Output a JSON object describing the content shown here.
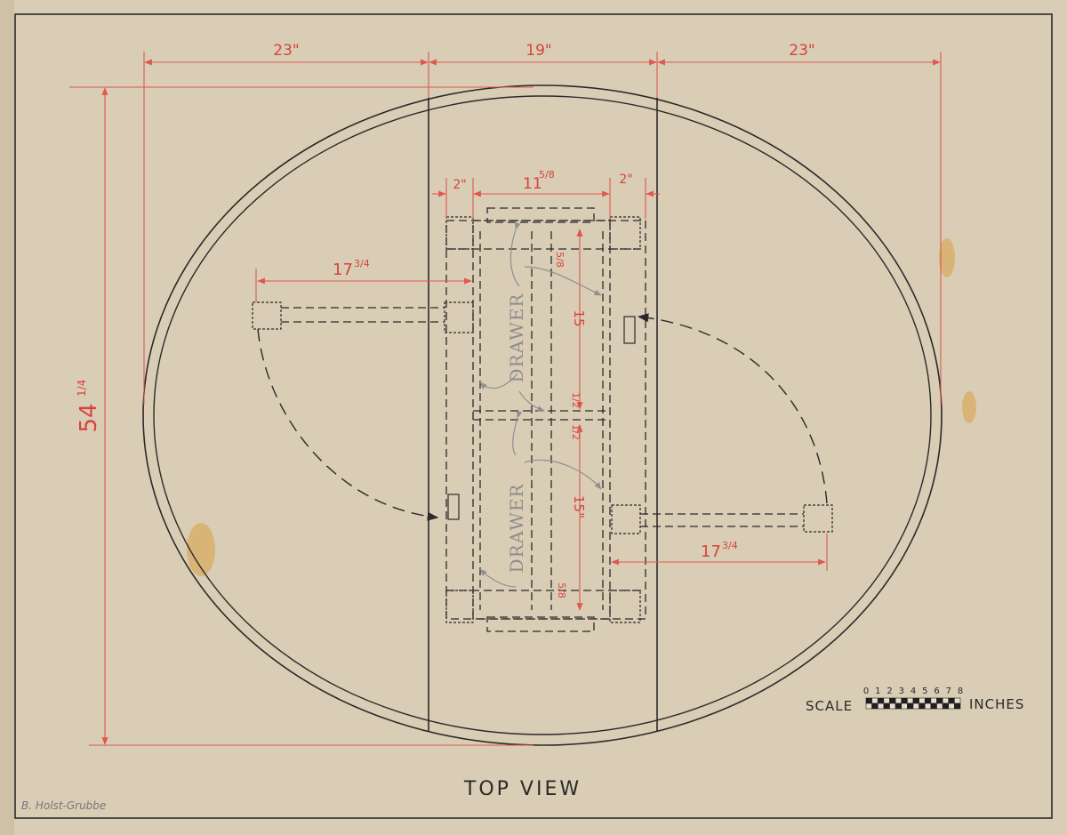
{
  "drawing": {
    "title": "TOP VIEW",
    "signature": "B. Holst-Grubbe",
    "scale": {
      "label": "SCALE",
      "unit": "INCHES",
      "ticks": [
        "0",
        "1",
        "2",
        "3",
        "4",
        "5",
        "6",
        "7",
        "8"
      ]
    },
    "dimensions": {
      "left_leaf": "23\"",
      "center_width": "19\"",
      "right_leaf": "23\"",
      "overall_length": "54",
      "overall_length_frac": "1/4",
      "leg_offset_left": "2\"",
      "frame_width": "11",
      "frame_width_frac": "5/8",
      "leg_offset_right": "2\"",
      "swing_arm_left": "17",
      "swing_arm_left_frac": "3/4",
      "swing_arm_right": "17",
      "swing_arm_right_frac": "3/4",
      "drawer_upper_len": "15",
      "drawer_lower_len": "15\"",
      "rail_top": "5/8",
      "rail_bottom": "5/8",
      "gap_upper": "1/2",
      "gap_lower": "1/2"
    },
    "labels": {
      "drawer_upper": "DRAWER",
      "drawer_lower": "DRAWER"
    }
  },
  "colors": {
    "paper": "#d9cdb6",
    "ink": "#2b2a28",
    "dimension_red": "#d8433b",
    "pencil": "#8f8f8f"
  }
}
